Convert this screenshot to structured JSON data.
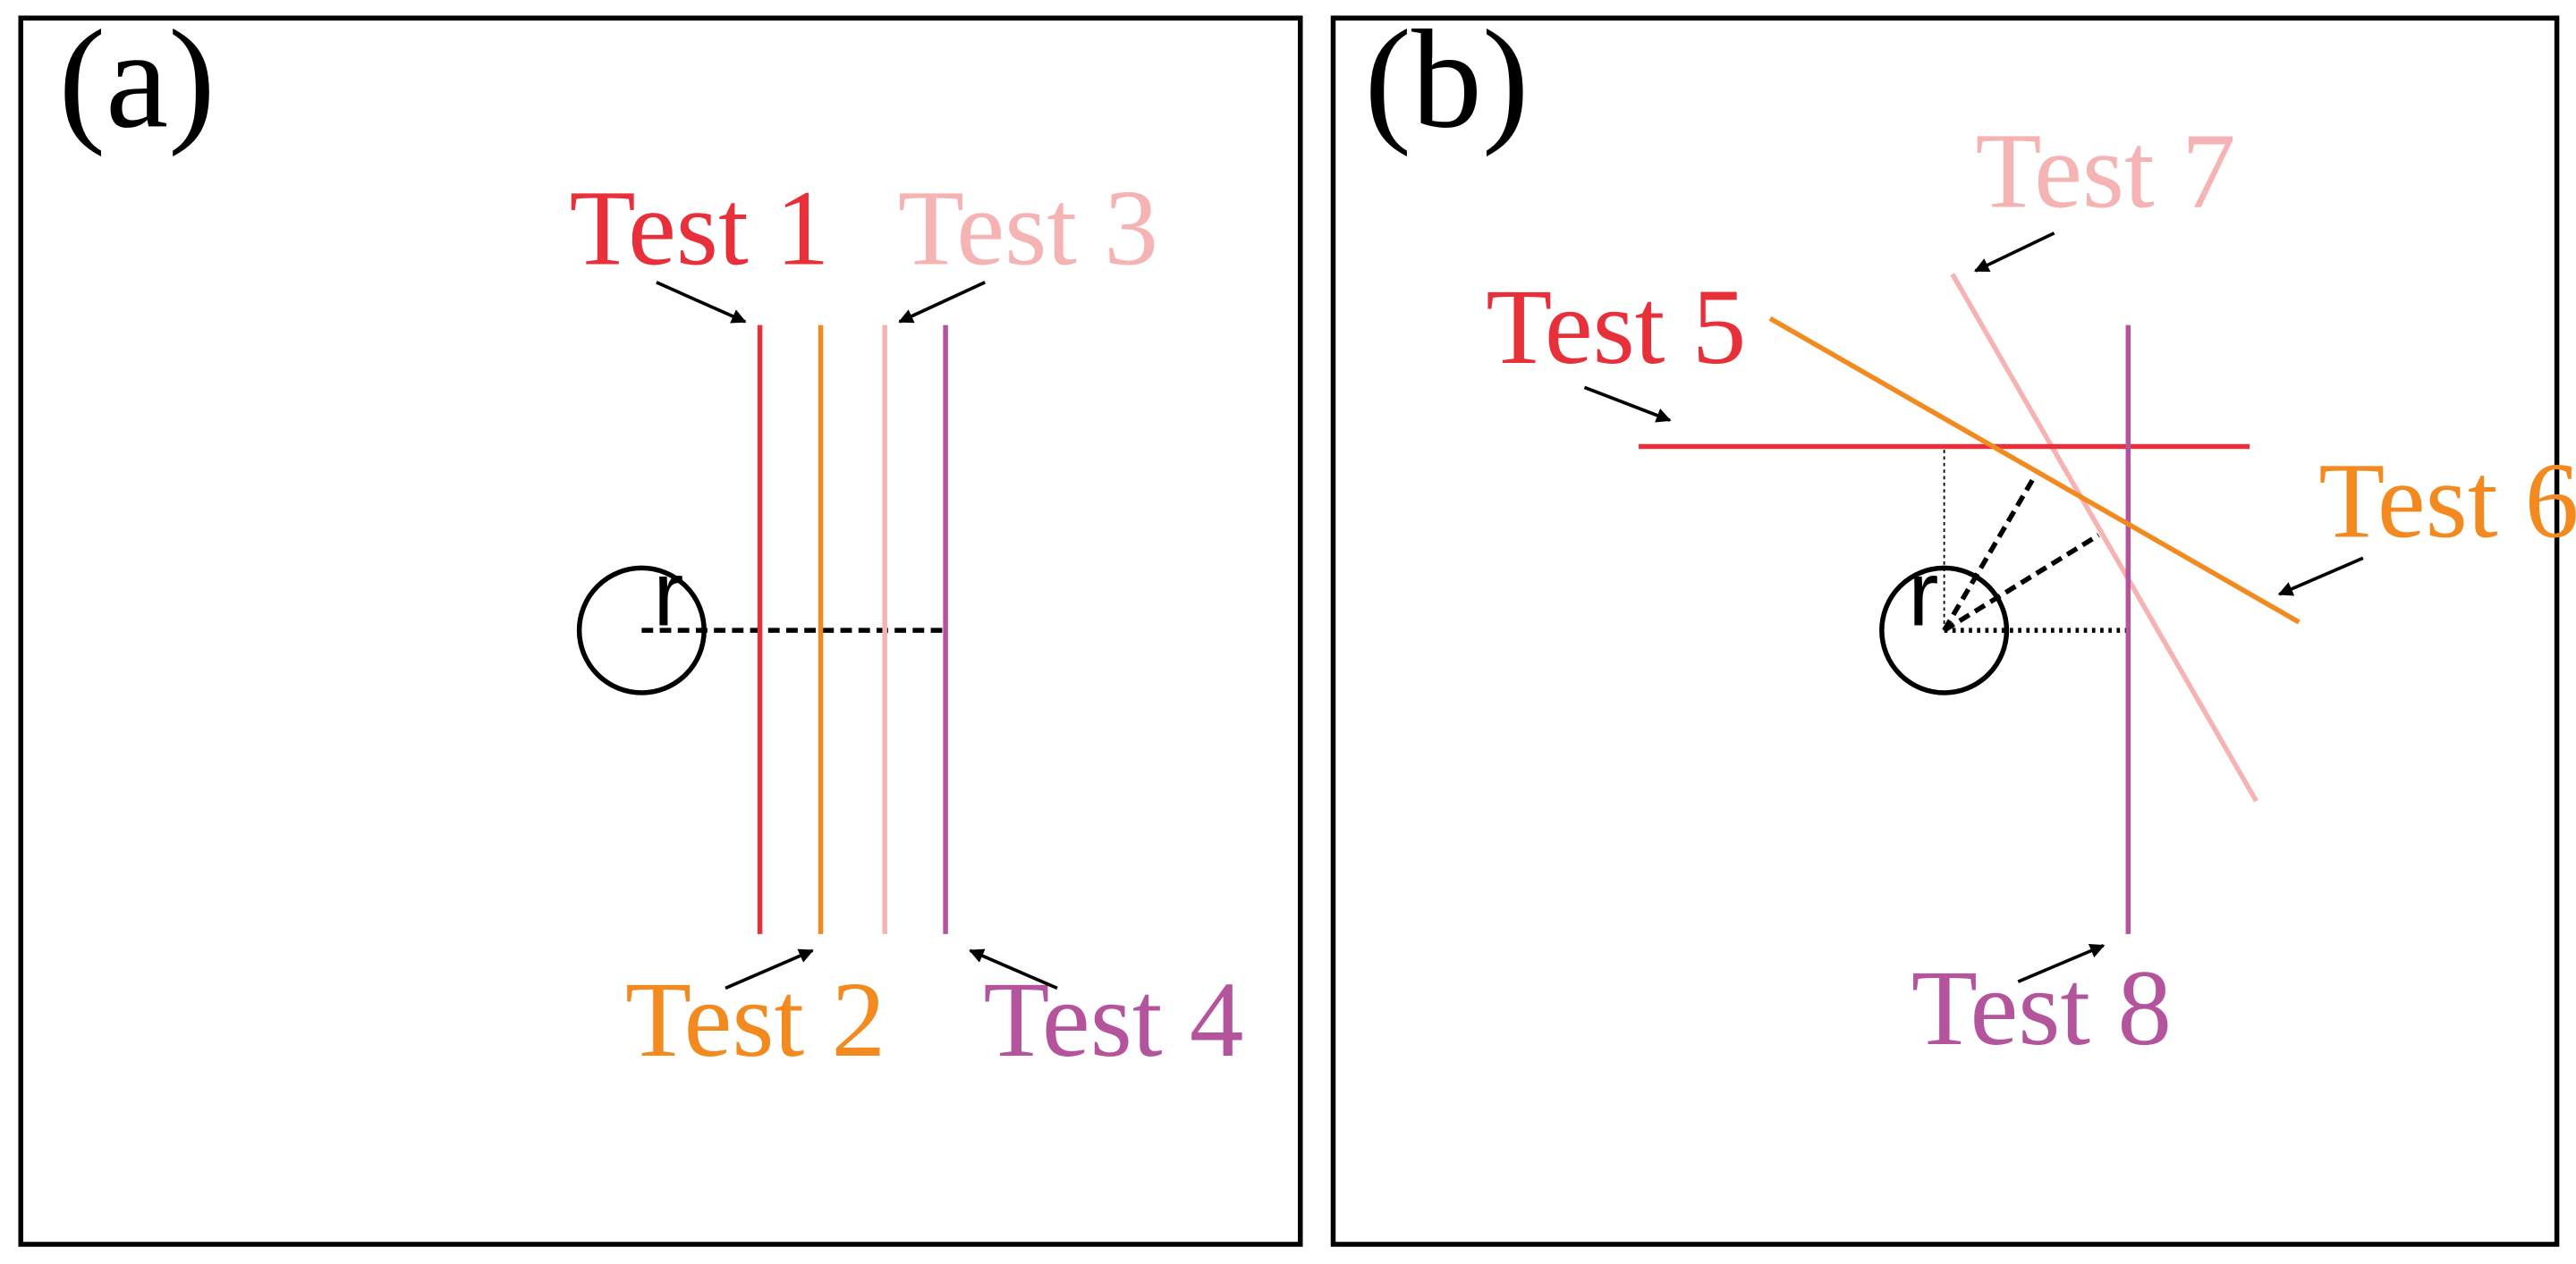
{
  "panels": {
    "a": {
      "label": "(a)"
    },
    "b": {
      "label": "(b)"
    }
  },
  "radius_label": "r",
  "tests": {
    "t1": {
      "label": "Test 1",
      "color": "#e8303a"
    },
    "t2": {
      "label": "Test 2",
      "color": "#f28a1f"
    },
    "t3": {
      "label": "Test 3",
      "color": "#f5b3b3"
    },
    "t4": {
      "label": "Test 4",
      "color": "#b4549c"
    },
    "t5": {
      "label": "Test 5",
      "color": "#e8303a"
    },
    "t6": {
      "label": "Test 6",
      "color": "#f28a1f"
    },
    "t7": {
      "label": "Test 7",
      "color": "#f5b3b3"
    },
    "t8": {
      "label": "Test 8",
      "color": "#b4549c"
    }
  }
}
